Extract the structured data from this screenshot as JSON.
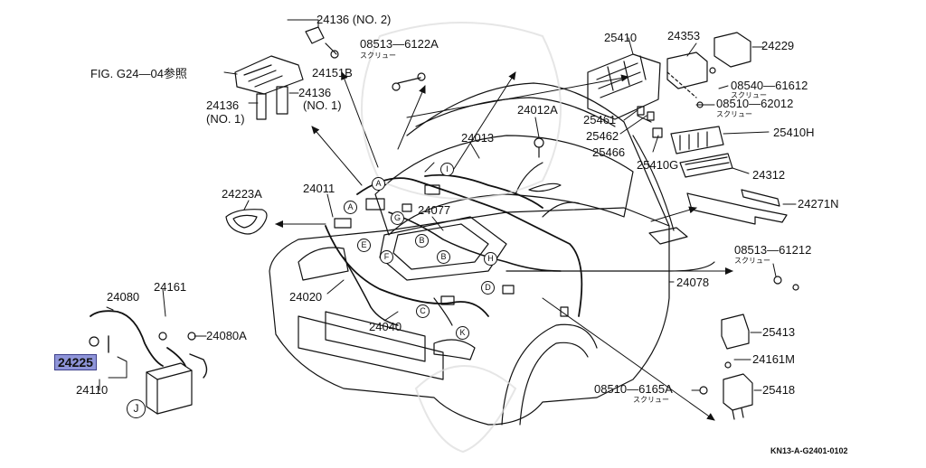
{
  "diagram": {
    "parts": [
      {
        "id": "p24136_2",
        "text": "24136 (NO. 2)"
      },
      {
        "id": "p08513_6122A",
        "text": "08513—6122A"
      },
      {
        "id": "p08513_6122A_sub",
        "text": "スクリュー"
      },
      {
        "id": "fig_ref",
        "text": "FIG. G24—04参照"
      },
      {
        "id": "p24151B",
        "text": "24151B"
      },
      {
        "id": "p24136_no1_right",
        "text": "24136"
      },
      {
        "id": "p24136_no1_right_b",
        "text": "(NO. 1)"
      },
      {
        "id": "p24136_no1_left",
        "text": "24136"
      },
      {
        "id": "p24136_no1_left_b",
        "text": "(NO. 1)"
      },
      {
        "id": "p25410",
        "text": "25410"
      },
      {
        "id": "p24353",
        "text": "24353"
      },
      {
        "id": "p24229",
        "text": "24229"
      },
      {
        "id": "p08540_61612",
        "text": "08540—61612"
      },
      {
        "id": "p08540_61612_sub",
        "text": "スクリュー"
      },
      {
        "id": "p08510_62012",
        "text": "08510—62012"
      },
      {
        "id": "p08510_62012_sub",
        "text": "スクリュー"
      },
      {
        "id": "p24012A",
        "text": "24012A"
      },
      {
        "id": "p25461",
        "text": "25461"
      },
      {
        "id": "p25462",
        "text": "25462"
      },
      {
        "id": "p25466",
        "text": "25466"
      },
      {
        "id": "p25410H",
        "text": "25410H"
      },
      {
        "id": "p25410G",
        "text": "25410G"
      },
      {
        "id": "p24312",
        "text": "24312"
      },
      {
        "id": "p24013",
        "text": "24013"
      },
      {
        "id": "p24223A",
        "text": "24223A"
      },
      {
        "id": "p24011",
        "text": "24011"
      },
      {
        "id": "p24077",
        "text": "24077"
      },
      {
        "id": "p24271N",
        "text": "24271N"
      },
      {
        "id": "p08513_61212",
        "text": "08513—61212"
      },
      {
        "id": "p08513_61212_sub",
        "text": "スクリュー"
      },
      {
        "id": "p24078",
        "text": "24078"
      },
      {
        "id": "p24080",
        "text": "24080"
      },
      {
        "id": "p24161",
        "text": "24161"
      },
      {
        "id": "p24080A",
        "text": "24080A"
      },
      {
        "id": "p24020",
        "text": "24020"
      },
      {
        "id": "p24040",
        "text": "24040"
      },
      {
        "id": "p25413",
        "text": "25413"
      },
      {
        "id": "p24161M",
        "text": "24161M"
      },
      {
        "id": "p24225",
        "text": "24225"
      },
      {
        "id": "p24110",
        "text": "24110"
      },
      {
        "id": "p08510_6165A",
        "text": "08510—6165A"
      },
      {
        "id": "p08510_6165A_sub",
        "text": "スクリュー"
      },
      {
        "id": "p25418",
        "text": "25418"
      }
    ],
    "markers": [
      "A",
      "A",
      "B",
      "B",
      "C",
      "D",
      "E",
      "F",
      "G",
      "H",
      "I",
      "K",
      "J"
    ],
    "code": "KN13-A-G2401-0102",
    "highlight_color": "#8f95d9"
  }
}
